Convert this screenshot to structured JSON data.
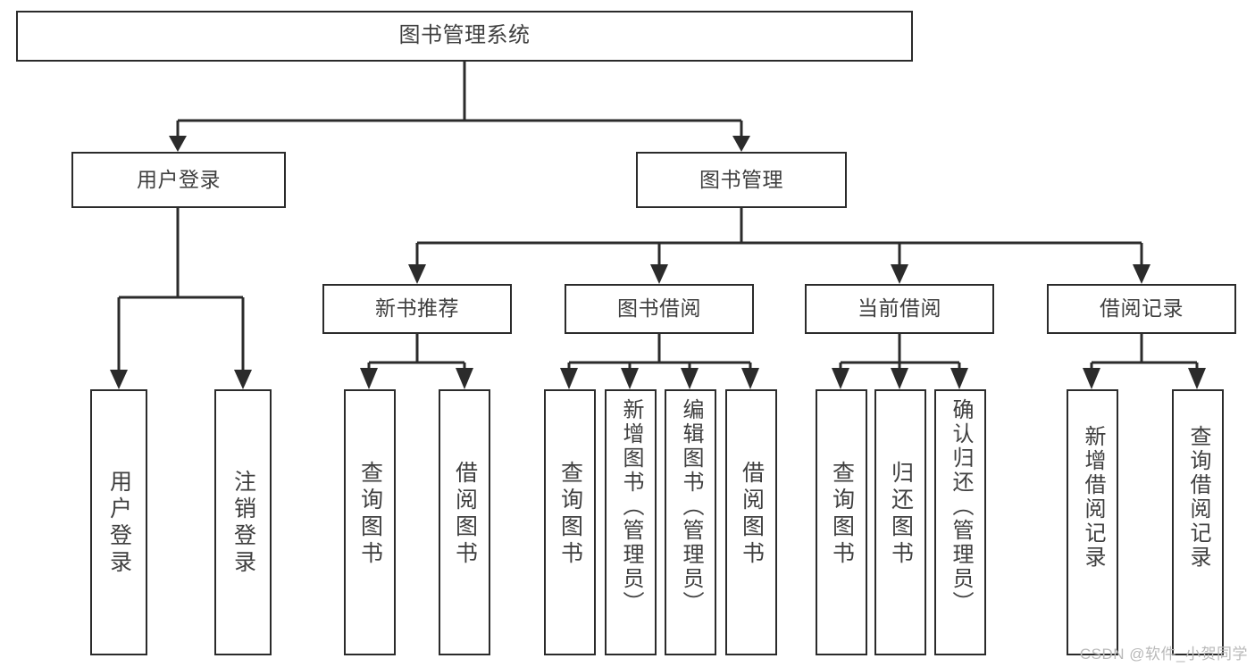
{
  "diagram": {
    "title": "图书管理系统",
    "type": "hierarchy-tree",
    "watermark": "CSDN @软件_小贺同学",
    "colors": {
      "stroke": "#2b2b2b",
      "box_fill": "#ffffff",
      "text": "#3f3f3f",
      "watermark": "#b9b9b9",
      "background": "#ffffff"
    },
    "root": {
      "label": "图书管理系统"
    },
    "level2": [
      {
        "label": "用户登录"
      },
      {
        "label": "图书管理"
      }
    ],
    "level3": [
      {
        "label": "新书推荐"
      },
      {
        "label": "图书借阅"
      },
      {
        "label": "当前借阅"
      },
      {
        "label": "借阅记录"
      }
    ],
    "leaves": {
      "user_login": [
        {
          "label": "用户登录"
        },
        {
          "label": "注销登录"
        }
      ],
      "new_book_recommend": [
        {
          "label": "查询图书"
        },
        {
          "label": "借阅图书"
        }
      ],
      "book_borrow": [
        {
          "label": "查询图书"
        },
        {
          "label": "新增图书（管理员）"
        },
        {
          "label": "编辑图书（管理员）"
        },
        {
          "label": "借阅图书"
        }
      ],
      "current_borrow": [
        {
          "label": "查询图书"
        },
        {
          "label": "归还图书"
        },
        {
          "label": "确认归还（管理员）"
        }
      ],
      "borrow_record": [
        {
          "label": "新增借阅记录"
        },
        {
          "label": "查询借阅记录"
        }
      ]
    }
  }
}
